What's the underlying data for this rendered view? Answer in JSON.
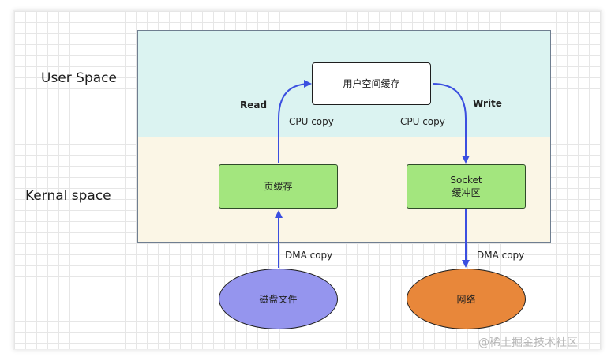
{
  "regions": {
    "user": "User Space",
    "kernel": "Kernal space"
  },
  "nodes": {
    "user_buffer": "用户空间缓存",
    "page_cache": "页缓存",
    "socket_buffer_line1": "Socket",
    "socket_buffer_line2": "缓冲区",
    "disk_file": "磁盘文件",
    "network": "网络"
  },
  "edges": {
    "read": "Read",
    "write": "Write",
    "cpu_copy_left": "CPU copy",
    "cpu_copy_right": "CPU copy",
    "dma_copy_left": "DMA copy",
    "dma_copy_right": "DMA copy"
  },
  "colors": {
    "user_region": "#dbf3f1",
    "kernel_region": "#fbf6e6",
    "green_box": "#a3e67e",
    "disk_ellipse": "#9595ee",
    "network_ellipse": "#e8873a",
    "arrow": "#3b4fe0"
  },
  "watermark": "@稀土掘金技术社区"
}
